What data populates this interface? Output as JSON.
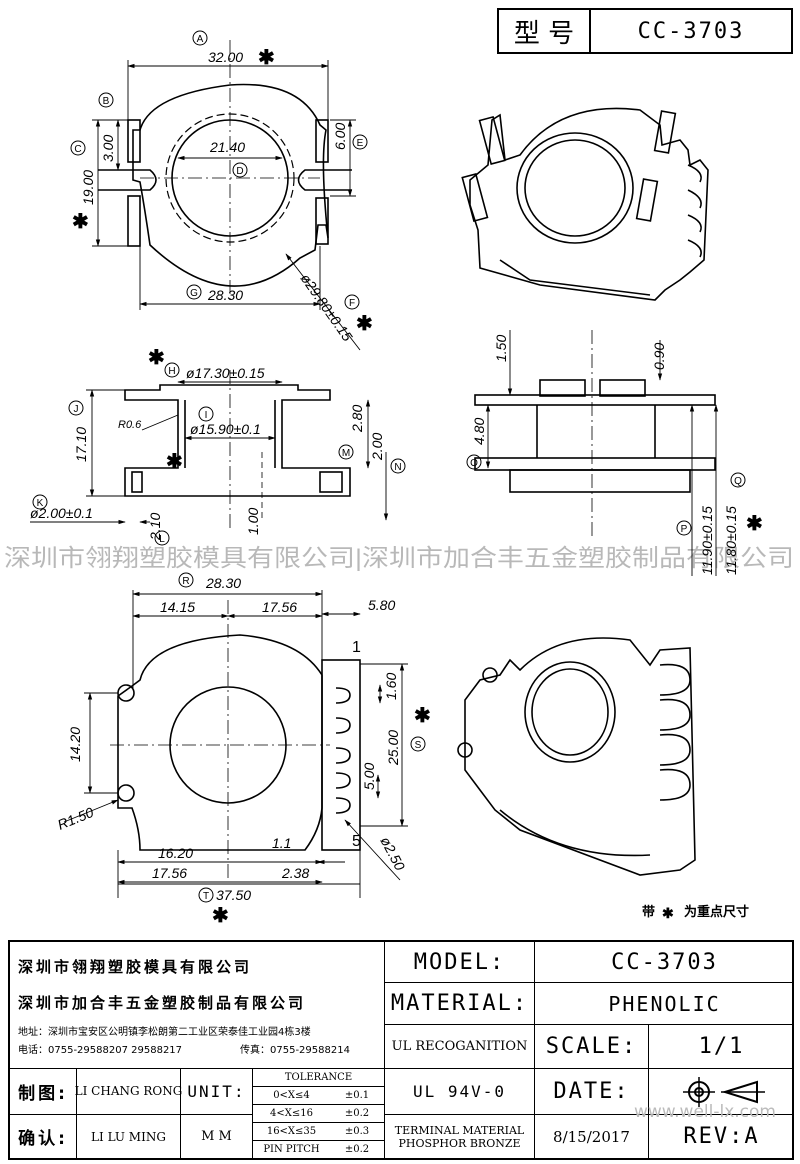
{
  "header": {
    "model_label": "型 号",
    "model_value": "CC-3703"
  },
  "watermark": "深圳市翎翔塑胶模具有限公司|深圳市加合丰五金塑胶制品有限公司",
  "dims": {
    "d32": "32.00",
    "d3": "3.00",
    "d19": "19.00",
    "d2140": "21.40",
    "d6": "6.00",
    "d2830a": "28.30",
    "d2980": "ø29.80±0.15",
    "d1730": "ø17.30±0.15",
    "r06": "R0.6",
    "d1590": "ø15.90±0.1",
    "d1710": "17.10",
    "d280": "2.80",
    "d200": "2.00",
    "d2": "ø2.00±0.1",
    "d210": "2.10",
    "d100": "1.00",
    "d150": "1.50",
    "d090": "0.90",
    "d480": "4.80",
    "d1190": "11.90±0.15",
    "d1180": "11.80±0.15",
    "d2830b": "28.30",
    "d1415": "14.15",
    "d1756a": "17.56",
    "d580": "5.80",
    "d1420": "14.20",
    "d160": "1.60",
    "d2500": "25.00",
    "d500": "5.00",
    "r150": "R1.50",
    "d1620": "16.20",
    "d1756b": "17.56",
    "d11": "1.1",
    "d238": "2.38",
    "d3750": "37.50",
    "d250": "ø2.50",
    "pin1": "1",
    "pin5": "5"
  },
  "circled": {
    "A": "A",
    "B": "B",
    "C": "C",
    "D": "D",
    "E": "E",
    "F": "F",
    "G": "G",
    "H": "H",
    "I": "I",
    "J": "J",
    "K": "K",
    "L": "L",
    "M": "M",
    "N": "N",
    "O": "O",
    "P": "P",
    "Q": "Q",
    "R": "R",
    "S": "S",
    "T": "T"
  },
  "note": {
    "prefix": "带",
    "suffix": "为重点尺寸"
  },
  "title_block": {
    "company1": "深圳市翎翔塑胶模具有限公司",
    "company2": "深圳市加合丰五金塑胶制品有限公司",
    "address": "地址：深圳市宝安区公明镇李松朗第二工业区荣泰佳工业园4栋3楼",
    "phone": "电话：0755-29588207  29588217",
    "fax": "传真：0755-29588214",
    "model_label": "MODEL:",
    "model_value": "CC-3703",
    "material_label": "MATERIAL:",
    "material_value": "PHENOLIC",
    "ul_label": "UL RECOGANITION",
    "ul_value": "UL 94V-0",
    "scale_label": "SCALE:",
    "scale_value": "1/1",
    "date_label": "DATE:",
    "date_value": "8/15/2017",
    "terminal_label_1": "TERMINAL MATERIAL",
    "terminal_label_2": "PHOSPHOR  BRONZE",
    "rev_label": "REV:A",
    "draw_label": "制图:",
    "draw_name": "LI CHANG RONG",
    "check_label": "确认:",
    "check_name": "LI LU MING",
    "unit_label": "UNIT:",
    "unit_value": "M M",
    "tolerance_title": "TOLERANCE",
    "tolerance_rows": [
      {
        "range": "0<X≤4",
        "tol": "±0.1"
      },
      {
        "range": "4<X≤16",
        "tol": "±0.2"
      },
      {
        "range": "16<X≤35",
        "tol": "±0.3"
      },
      {
        "range": "PIN PITCH",
        "tol": "±0.2"
      }
    ]
  },
  "website": "www.well-lx.com"
}
